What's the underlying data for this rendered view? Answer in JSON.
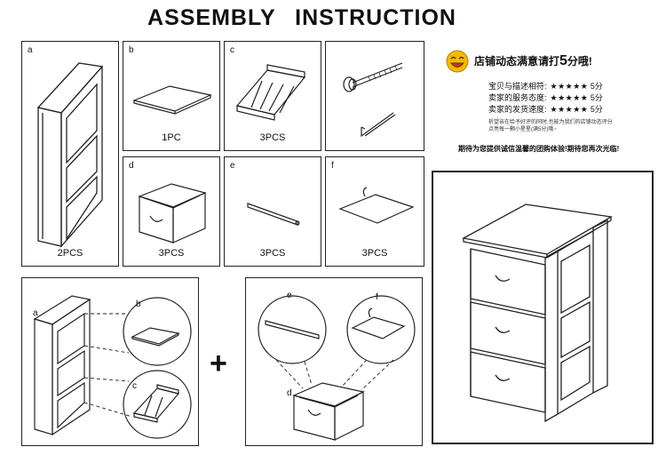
{
  "title": "ASSEMBLY   INSTRUCTION",
  "parts": [
    {
      "letter": "a",
      "qty": "2PCS"
    },
    {
      "letter": "b",
      "qty": "1PC"
    },
    {
      "letter": "c",
      "qty": "3PCS"
    },
    {
      "letter": "",
      "qty": ""
    },
    {
      "letter": "d",
      "qty": "3PCS"
    },
    {
      "letter": "e",
      "qty": "3PCS"
    },
    {
      "letter": "f",
      "qty": "3PCS"
    }
  ],
  "promo": {
    "headline_prefix": "店铺动态满意请打",
    "headline_number": "5",
    "headline_suffix": "分哦!",
    "ratings": [
      {
        "label": "宝贝与描述相符:",
        "stars": "★★★★★",
        "score": "5分"
      },
      {
        "label": "卖家的服务态度:",
        "stars": "★★★★★",
        "score": "5分"
      },
      {
        "label": "卖家的发货速度:",
        "stars": "★★★★★",
        "score": "5分"
      }
    ],
    "note_line1": "祈望亲在给予好评的同时,也能为我们的店铺动态评分",
    "note_line2": "点亮每一颗小星星(满5分)哦~",
    "closing": "期待为您提供诚信温馨的团购体验!期待您再次光临!"
  },
  "step1": {
    "frame_label": "a",
    "circle1_label": "b",
    "circle2_label": "c"
  },
  "plus_sign": "+",
  "step2": {
    "circle1_label": "e",
    "circle2_label": "f",
    "drawer_label": "d"
  },
  "colors": {
    "line": "#222222",
    "background": "#ffffff"
  }
}
